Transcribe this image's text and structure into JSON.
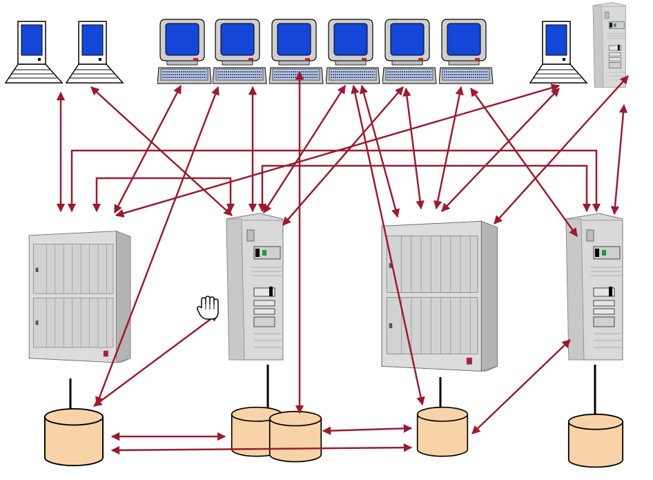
{
  "diagram": {
    "type": "network-topology",
    "nodes": {
      "laptops": [
        "laptop-1",
        "laptop-2",
        "laptop-3"
      ],
      "desktops": [
        "desktop-1",
        "desktop-2",
        "desktop-3",
        "desktop-4",
        "desktop-5",
        "desktop-6"
      ],
      "client_tower": "client-tower",
      "servers": [
        "mainframe-1",
        "tower-server-1",
        "mainframe-2",
        "tower-server-2"
      ],
      "storage": [
        "storage-1",
        "storage-2a",
        "storage-2b",
        "storage-3",
        "storage-4"
      ]
    },
    "cursor_icon": "hand-cursor-icon",
    "colors": {
      "link": "#9b1a2e",
      "monitor_screen": "#1446d8",
      "storage_fill": "#f9d3a8",
      "server_body": "#d9d9d9",
      "server_dark": "#b4b4b4",
      "background": "#ffffff"
    }
  }
}
